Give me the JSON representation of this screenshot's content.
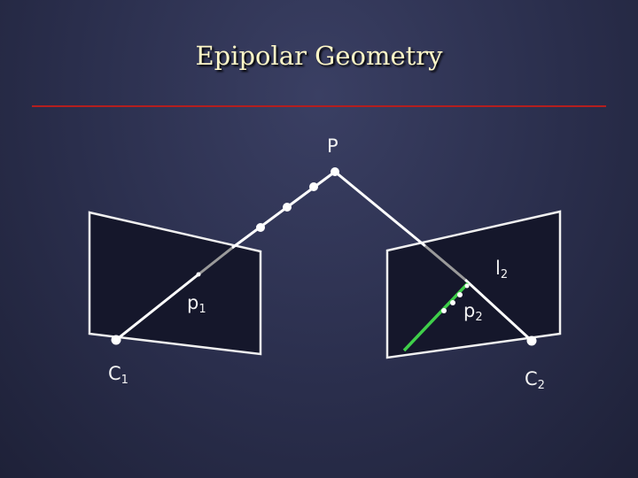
{
  "title": "Epipolar Geometry",
  "labels": {
    "point": "P",
    "p1_base": "p",
    "p1_sub": "1",
    "p2_base": "p",
    "p2_sub": "2",
    "l2_base": "l",
    "l2_sub": "2",
    "c1_base": "C",
    "c1_sub": "1",
    "c2_base": "C",
    "c2_sub": "2"
  },
  "colors": {
    "title": "#fff8c8",
    "rule": "#b41e1e",
    "ray": "#ffffff",
    "ray_behind_plane": "#9a9a9a",
    "epipolar_line": "#3fcf4a",
    "image_plane_fill": "#15172b",
    "image_plane_stroke": "#f0f0f0"
  }
}
